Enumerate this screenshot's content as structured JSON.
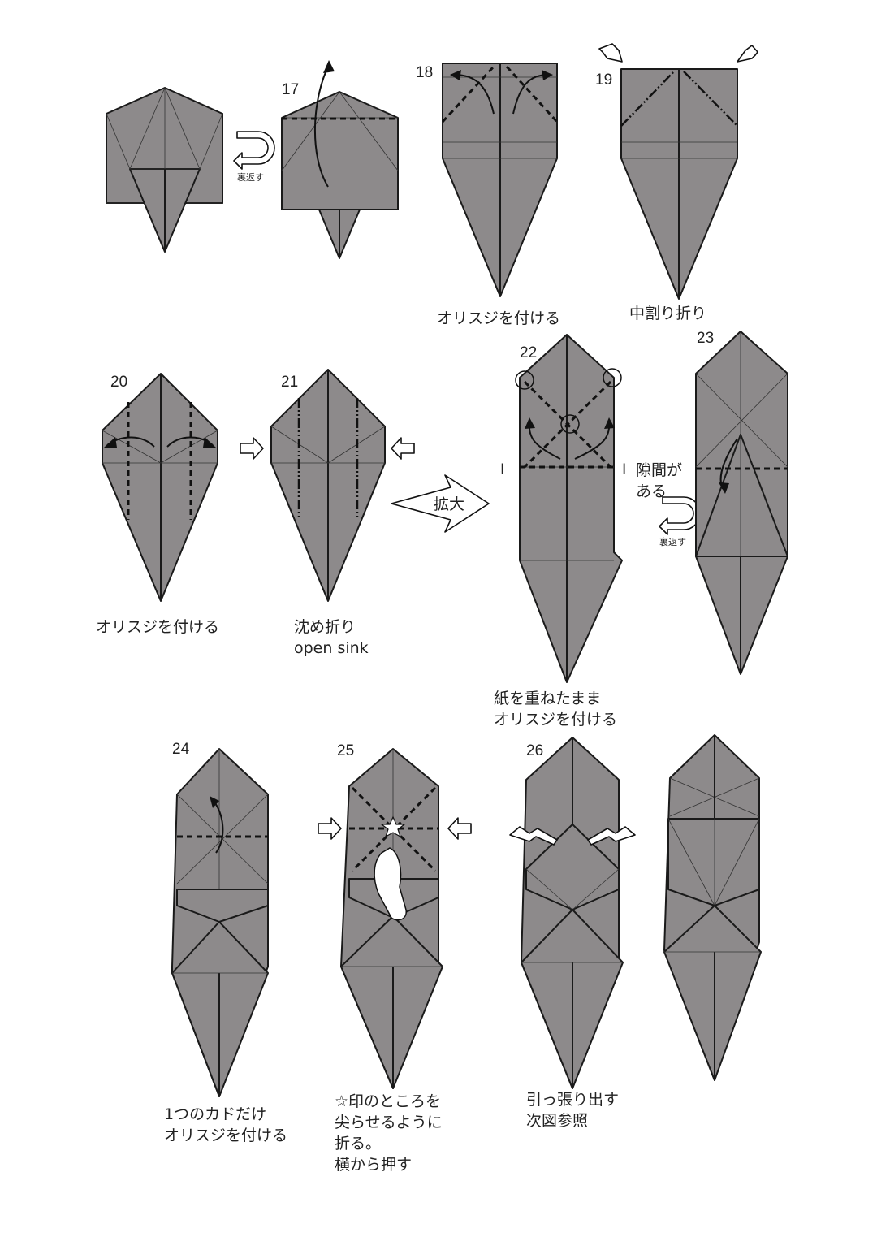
{
  "steps": [
    {
      "number": "",
      "caption": ""
    },
    {
      "number": "17",
      "caption": ""
    },
    {
      "number": "18",
      "caption": "オリスジを付ける"
    },
    {
      "number": "19",
      "caption": "中割り折り"
    },
    {
      "number": "20",
      "caption": "オリスジを付ける"
    },
    {
      "number": "21",
      "caption": "沈め折り",
      "caption2": "open sink"
    },
    {
      "number": "22",
      "caption": "紙を重ねたまま",
      "caption2": "オリスジを付ける"
    },
    {
      "number": "23",
      "caption": ""
    },
    {
      "number": "24",
      "caption": "1つのカドだけ",
      "caption2": "オリスジを付ける"
    },
    {
      "number": "25",
      "caption": "☆印のところを",
      "caption2": "尖らせるように",
      "caption3": "折る。",
      "caption4": "横から押す"
    },
    {
      "number": "26",
      "caption": "引っ張り出す",
      "caption2": "次図参照"
    },
    {
      "number": "",
      "caption": ""
    }
  ],
  "labels": {
    "turn_over": "裏返す",
    "zoom": "拡大",
    "gap_line1": "隙間が",
    "gap_line2": "ある",
    "marker": "I"
  },
  "colors": {
    "paper": "#8d8a8b",
    "line": "#1a1a1a",
    "background": "#ffffff"
  }
}
